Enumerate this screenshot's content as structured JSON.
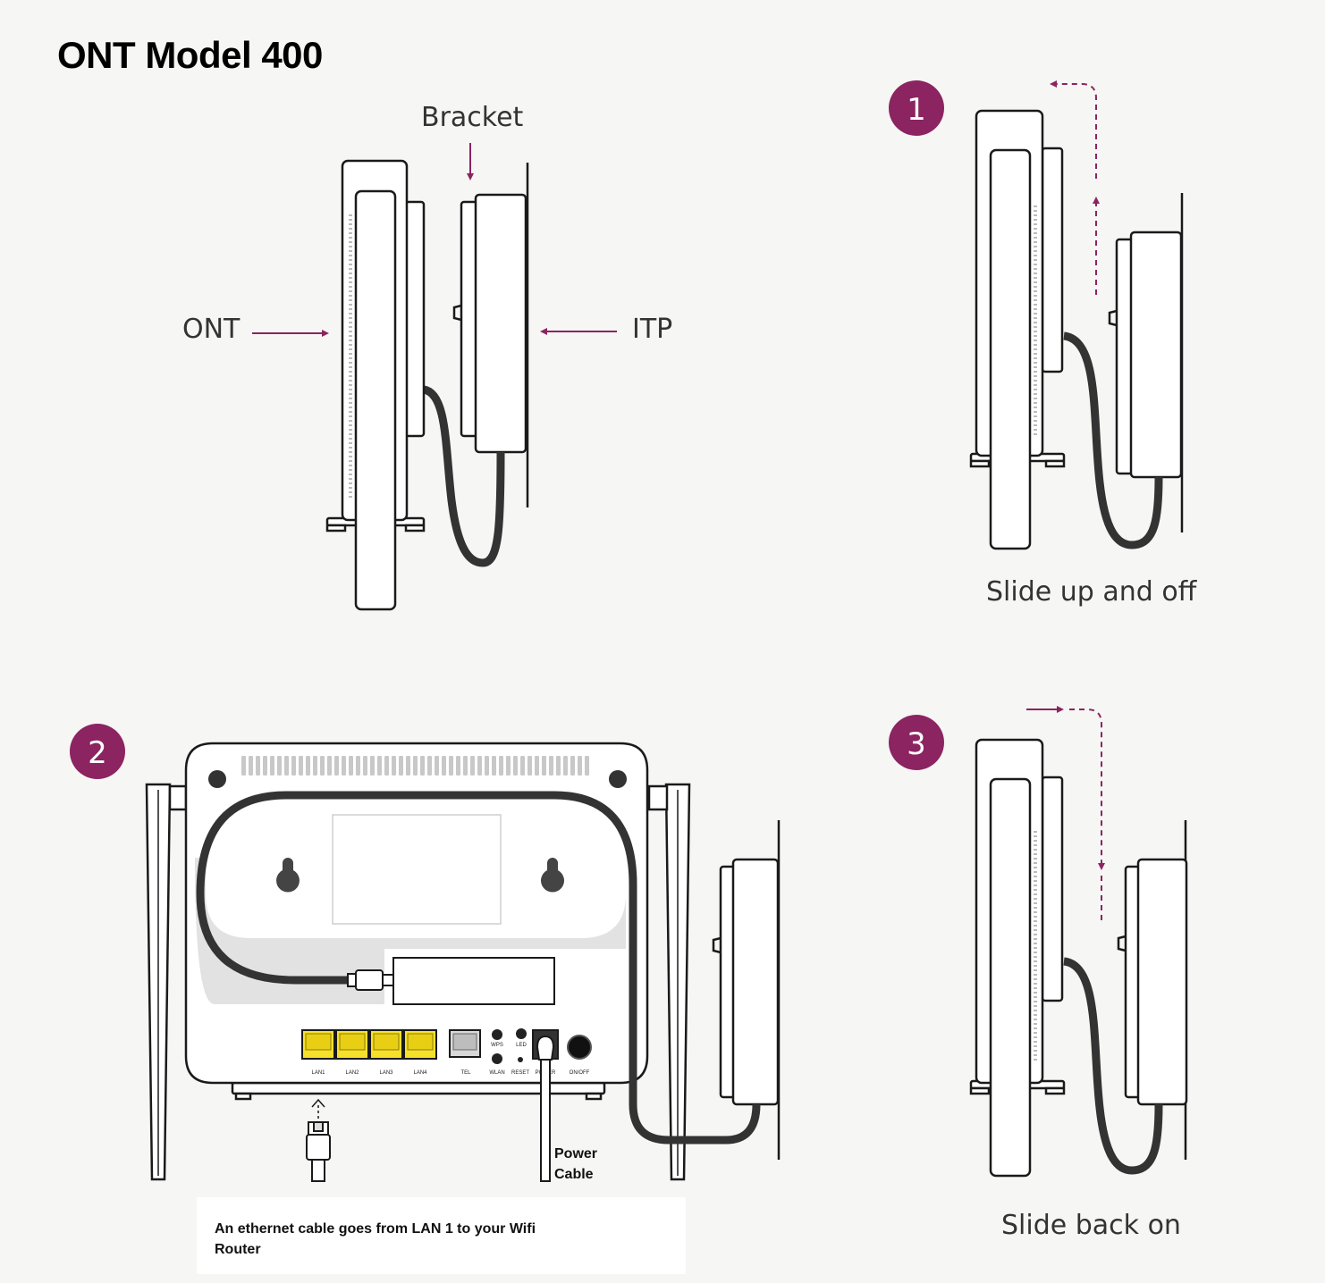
{
  "title": "ONT Model 400",
  "labels": {
    "bracket": "Bracket",
    "ont": "ONT",
    "itp": "ITP"
  },
  "steps": [
    {
      "number": "1",
      "caption": "Slide up and off"
    },
    {
      "number": "2",
      "caption": ""
    },
    {
      "number": "3",
      "caption": "Slide back on"
    }
  ],
  "ports": {
    "lan": [
      "LAN1",
      "LAN2",
      "LAN3",
      "LAN4"
    ],
    "tel": "TEL",
    "wps": "WPS",
    "led": "LED",
    "wlan": "WLAN",
    "reset": "RESET",
    "power": "POWER",
    "onoff": "ON/OFF"
  },
  "power_cable_label": "Power Cable",
  "ethernet_note": "An ethernet cable goes from LAN 1 to your Wifi Router",
  "colors": {
    "accent": "#8b2461",
    "background": "#f6f6f4",
    "lan_port": "#f5e12a",
    "cable": "#333333"
  }
}
